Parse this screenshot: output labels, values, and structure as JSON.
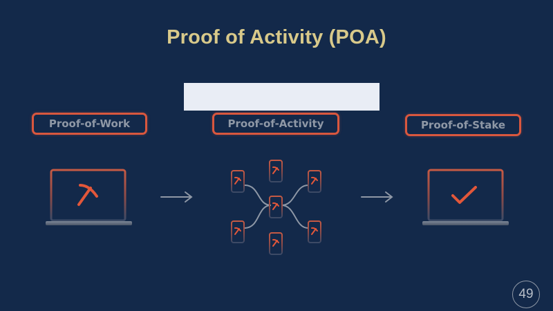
{
  "slide": {
    "title": "Proof of Activity (POA)",
    "page_number": "49"
  },
  "diagram": {
    "left_label": "Proof-of-Work",
    "middle_label": "Proof-of-Activity",
    "right_label": "Proof-of-Stake",
    "left_icon": "pickaxe-icon",
    "right_icon": "checkmark-icon",
    "phone_icon": "pickaxe-icon",
    "phone_count": 7
  },
  "colors": {
    "background": "#13294a",
    "title": "#d8c98a",
    "accent": "#d9573e",
    "muted": "#8f98a6"
  }
}
